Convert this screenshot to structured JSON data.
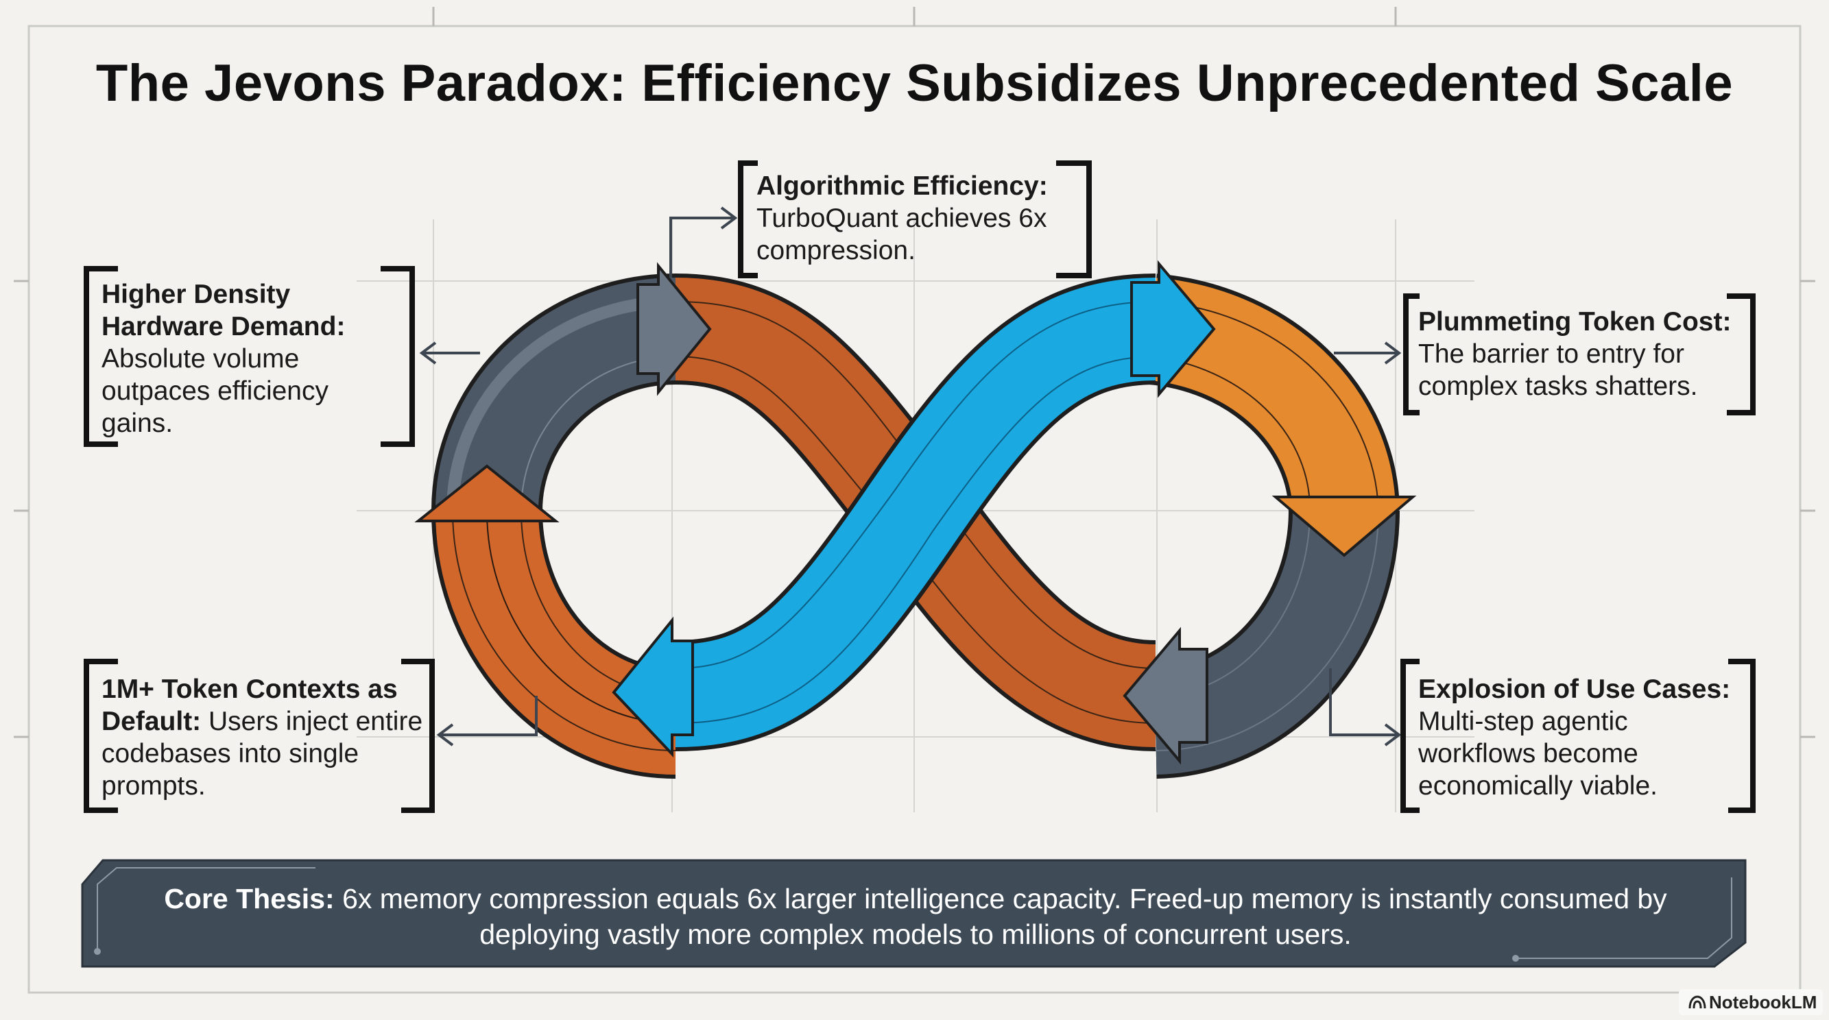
{
  "title": "The Jevons Paradox: Efficiency Subsidizes Unprecedented Scale",
  "callouts": {
    "algorithmic_efficiency": {
      "head": "Algorithmic Efficiency:",
      "body": "TurboQuant achieves 6x compression."
    },
    "hardware_demand": {
      "head": "Higher Density Hardware Demand:",
      "body": "Absolute volume outpaces efficiency gains."
    },
    "token_cost": {
      "head": "Plummeting Token Cost:",
      "body": "The barrier to entry for complex tasks shatters."
    },
    "token_contexts": {
      "head": "1M+ Token Contexts as Default:",
      "body": "Users inject entire codebases into single prompts."
    },
    "use_cases": {
      "head": "Explosion of Use Cases:",
      "body": "Multi-step agentic workflows become economically viable."
    }
  },
  "thesis": {
    "head": "Core Thesis:",
    "body": "6x memory compression equals 6x larger intelligence capacity. Freed-up memory is instantly consumed by deploying vastly more complex models to millions of concurrent users."
  },
  "brand": {
    "label": "NotebookLM",
    "icon": "notebooklm-logo-icon"
  },
  "colors": {
    "background": "#f3f2ee",
    "loop_blue": "#1aa9e0",
    "loop_orange": "#d2672c",
    "loop_light_orange": "#e58a2e",
    "loop_slate": "#4c5866",
    "banner": "#3f4b57"
  }
}
